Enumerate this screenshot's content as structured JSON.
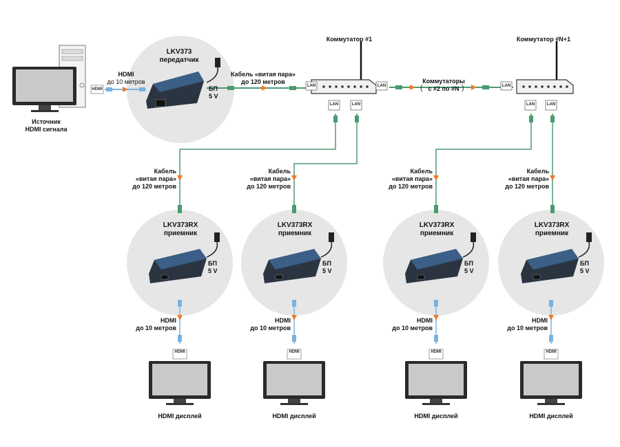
{
  "source": {
    "label_line1": "Источник",
    "label_line2": "HDMI сигнала",
    "port_label": "HDMI"
  },
  "transmitter": {
    "name": "LKV373",
    "subtitle": "передатчик",
    "psu_line1": "БП",
    "psu_line2": "5 V"
  },
  "hdmi_input_cable": {
    "label_line1": "HDMI",
    "label_line2": "до 10 метров"
  },
  "trunk_cable": {
    "label": "Кабель «витая пара»",
    "label_line2": "до 120 метров"
  },
  "switch1": {
    "title": "Коммутатор #1",
    "port_label": "LAN"
  },
  "switch_chain": {
    "label_line1": "Коммутаторы",
    "label_line2": "с #2 по #N"
  },
  "switchN": {
    "title": "Коммутатор #N+1",
    "port_label": "LAN"
  },
  "drop_cable": {
    "line1": "Кабель",
    "line2": "«витая пара»",
    "line3": "до 120 метров"
  },
  "receiver": {
    "name": "LKV373RX",
    "subtitle": "приемник",
    "psu_line1": "БП",
    "psu_line2": "5 V"
  },
  "output_cable": {
    "line1": "HDMI",
    "line2": "до 10 метров"
  },
  "display": {
    "label": "HDMI дисплей",
    "port_label": "HDMI"
  },
  "receivers": [
    {
      "id": "rx1"
    },
    {
      "id": "rx2"
    },
    {
      "id": "rx3"
    },
    {
      "id": "rx4"
    }
  ],
  "colors": {
    "circle": "#e6e6e6",
    "green_cable": "#4a9a70",
    "orange_arrow": "#ee7a2a",
    "hdmi_blue": "#7ab3e0",
    "device_dark": "#2b3542",
    "device_blue": "#3b5f86"
  }
}
